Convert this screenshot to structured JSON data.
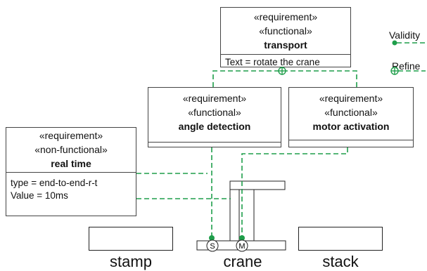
{
  "transport": {
    "stereo1": "«requirement»",
    "stereo2": "«functional»",
    "name": "transport",
    "text": "Text = rotate the crane"
  },
  "angle_detection": {
    "stereo1": "«requirement»",
    "stereo2": "«functional»",
    "name": "angle detection"
  },
  "motor_activation": {
    "stereo1": "«requirement»",
    "stereo2": "«functional»",
    "name": "motor activation"
  },
  "real_time": {
    "stereo1": "«requirement»",
    "stereo2": "«non-functional»",
    "name": "real time",
    "type": "type = end-to-end-r-t",
    "value": "Value = 10ms"
  },
  "legend": {
    "validity": "Validity",
    "refine": "Refine"
  },
  "blocks": {
    "stamp": "stamp",
    "crane": "crane",
    "stack": "stack"
  },
  "crane_parts": {
    "sensor": "S",
    "motor": "M"
  },
  "colors": {
    "link": "#1e9e4a",
    "border": "#444444"
  }
}
